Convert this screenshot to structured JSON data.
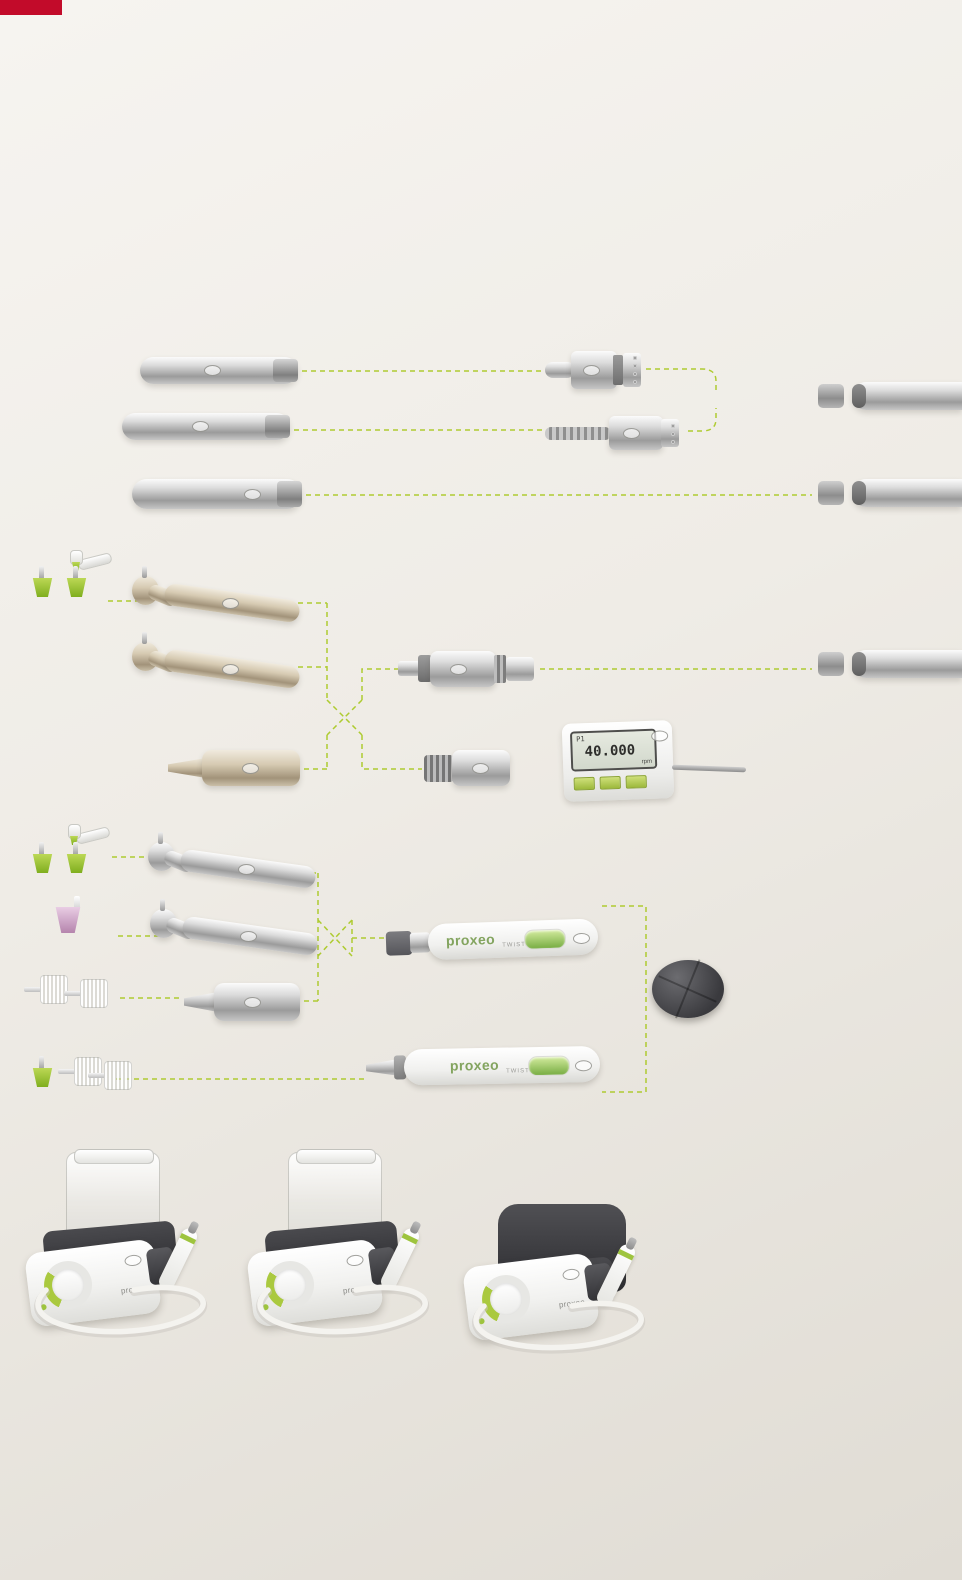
{
  "accents": {
    "red": "#c20b2a",
    "connector_green": "#a8c81e"
  },
  "display_unit": {
    "program": "P1",
    "value": "40.000",
    "unit": "rpm"
  },
  "twist_handpiece_1": {
    "brand": "proxeo",
    "series": "TWIST"
  },
  "twist_handpiece_2": {
    "brand": "proxeo",
    "series": "TWIST"
  },
  "scaler_units": [
    {
      "label": "proxeo"
    },
    {
      "label": "proxeo"
    },
    {
      "label": "proxeo"
    }
  ]
}
